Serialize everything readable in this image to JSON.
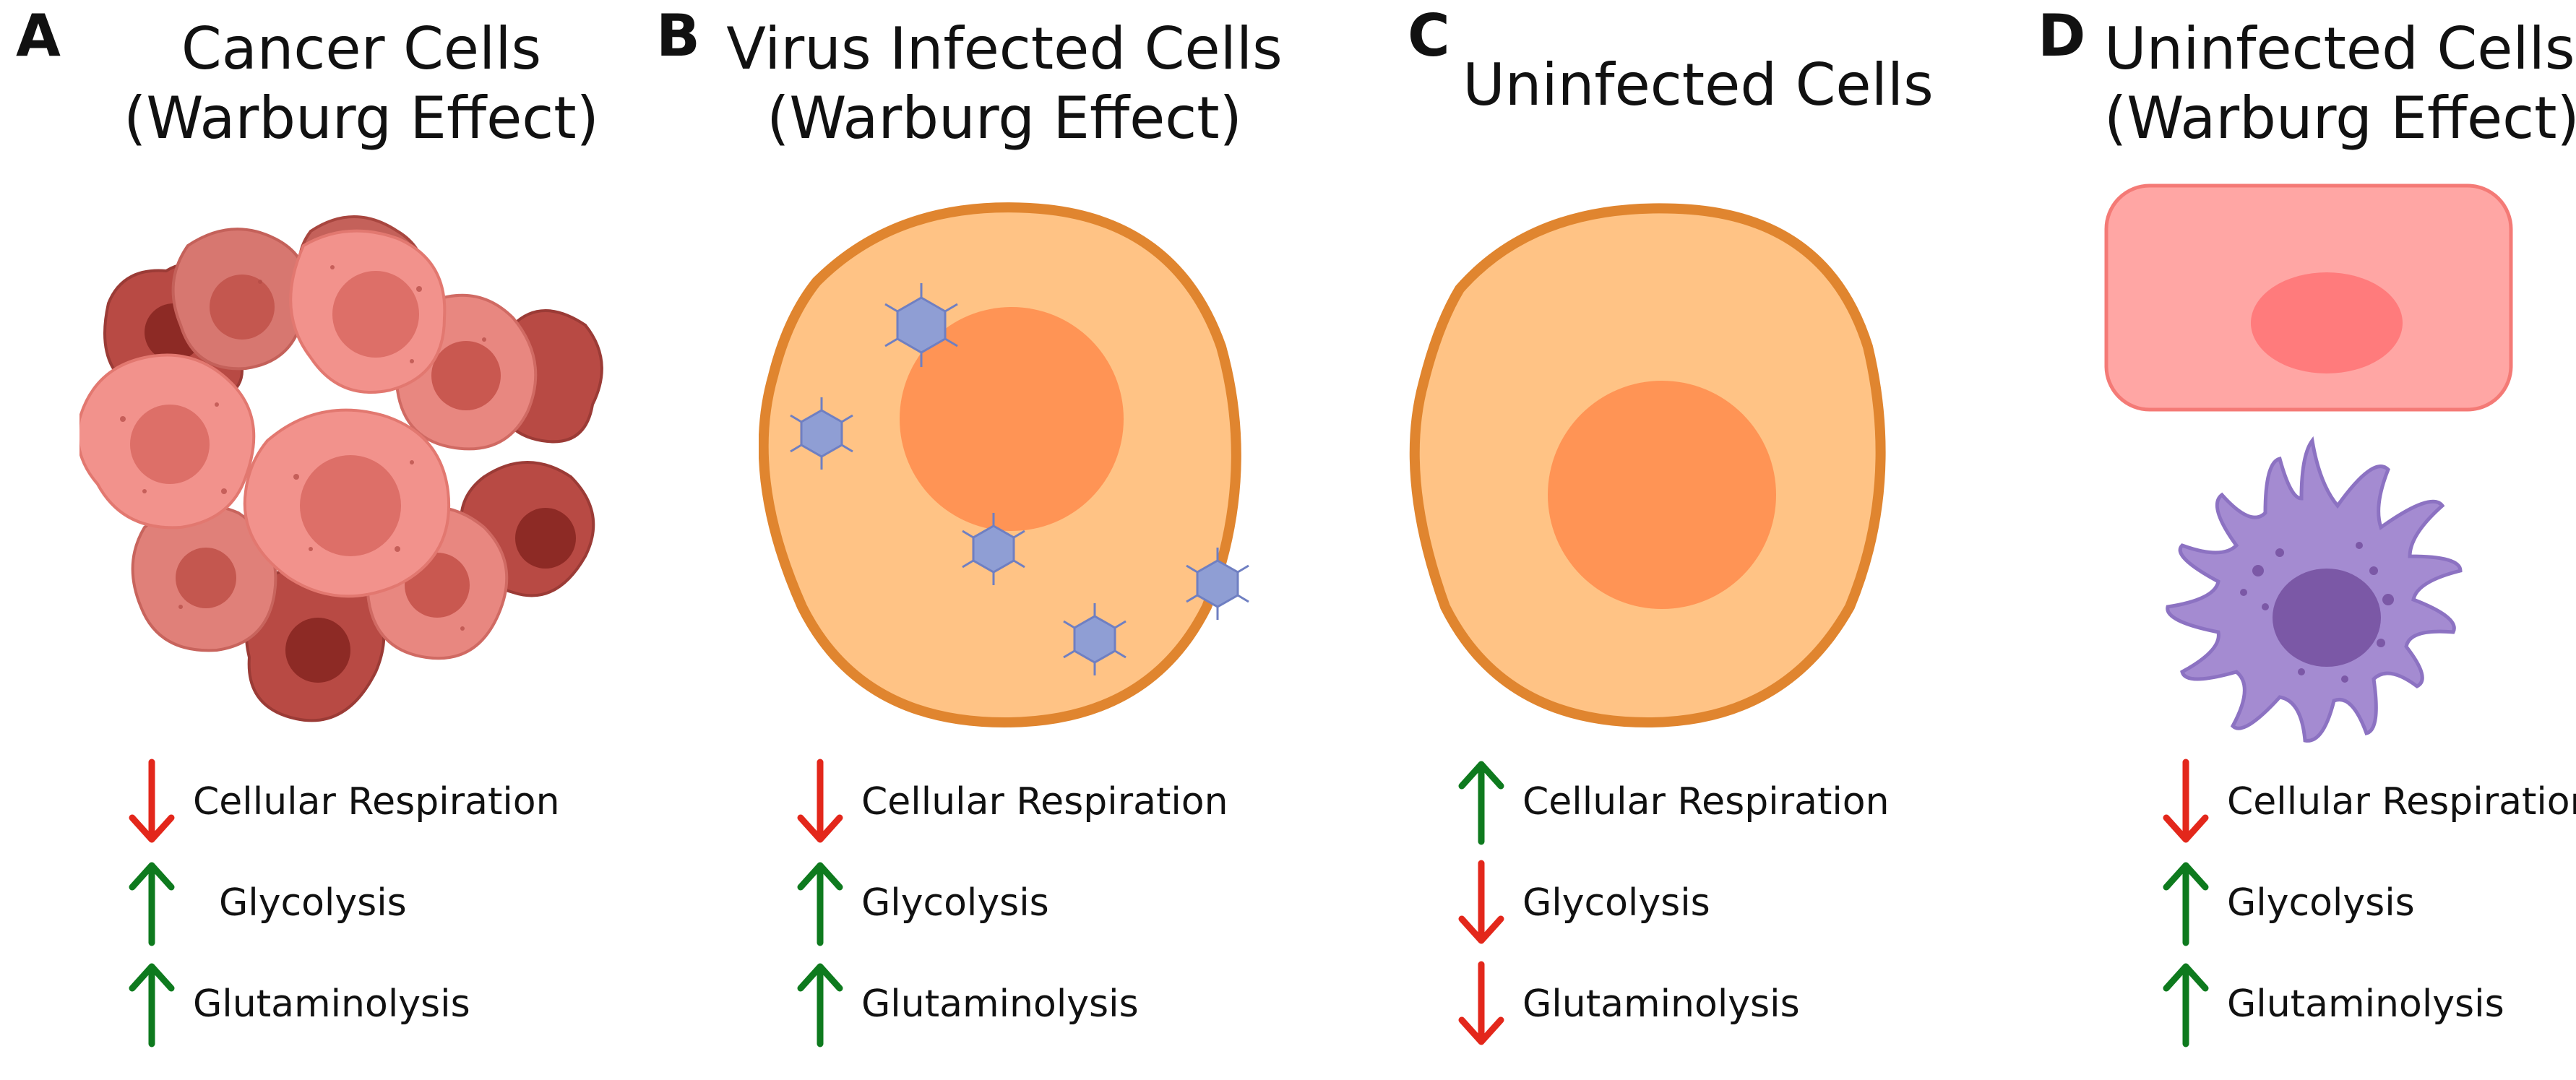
{
  "colors": {
    "up_arrow": "#0e7a1e",
    "down_arrow": "#e3271b",
    "cell_fill": "#ffc385",
    "cell_border": "#e0852f",
    "nucleus": "#ff9455",
    "virus": "#8f9ed4",
    "cancer_light": "#f2928c",
    "cancer_dark": "#b84a44",
    "epithelial": "#ffa6a4",
    "macrophage": "#a48bd1"
  },
  "panels": [
    {
      "letter": "A",
      "title_line1": "Cancer Cells",
      "title_line2": "(Warburg Effect)",
      "rows": [
        {
          "direction": "down",
          "label": "Cellular Respiration"
        },
        {
          "direction": "up",
          "label": "Glycolysis"
        },
        {
          "direction": "up",
          "label": "Glutaminolysis"
        }
      ]
    },
    {
      "letter": "B",
      "title_line1": "Virus Infected Cells",
      "title_line2": "(Warburg Effect)",
      "rows": [
        {
          "direction": "down",
          "label": "Cellular Respiration"
        },
        {
          "direction": "up",
          "label": "Glycolysis"
        },
        {
          "direction": "up",
          "label": "Glutaminolysis"
        }
      ]
    },
    {
      "letter": "C",
      "title_line1": "Uninfected Cells",
      "title_line2": "",
      "rows": [
        {
          "direction": "up",
          "label": "Cellular Respiration"
        },
        {
          "direction": "down",
          "label": "Glycolysis"
        },
        {
          "direction": "down",
          "label": "Glutaminolysis"
        }
      ]
    },
    {
      "letter": "D",
      "title_line1": "Uninfected Cells",
      "title_line2": "(Warburg Effect)",
      "rows": [
        {
          "direction": "down",
          "label": "Cellular Respiration"
        },
        {
          "direction": "up",
          "label": "Glycolysis"
        },
        {
          "direction": "up",
          "label": "Glutaminolysis"
        }
      ]
    }
  ]
}
